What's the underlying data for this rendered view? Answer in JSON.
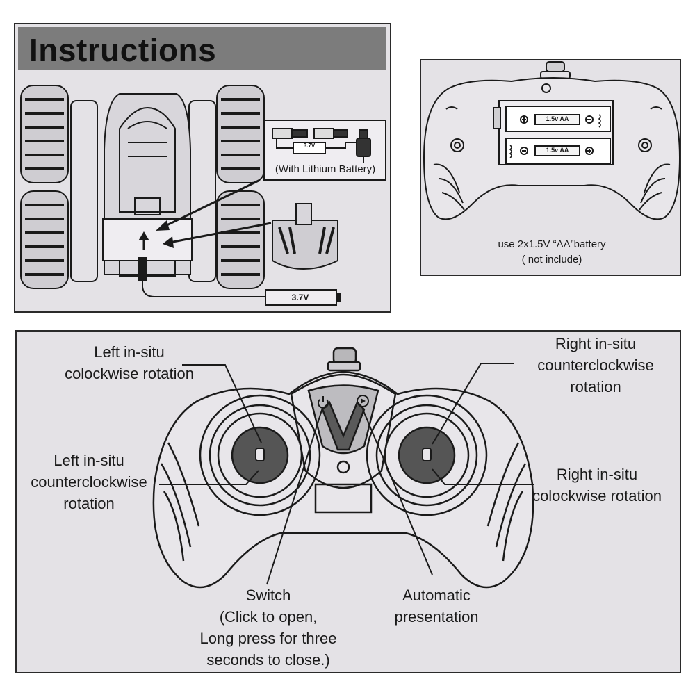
{
  "car_panel": {
    "title": "Instructions",
    "lithium_battery_label": "(With Lithium Battery)",
    "battery_voltage_small": "3.7V",
    "battery_voltage_large": "3.7V"
  },
  "remote_battery_panel": {
    "battery_top_label": "1.5v AA",
    "battery_bottom_label": "1.5v AA",
    "caption_line1": "use 2x1.5V “AA”battery",
    "caption_line2": "( not include)"
  },
  "controls_panel": {
    "left_top": [
      "Left in-situ",
      "colockwise rotation"
    ],
    "left_bottom": [
      "Left in-situ",
      "counterclockwise",
      "rotation"
    ],
    "right_top": [
      "Right in-situ",
      "counterclockwise",
      "rotation"
    ],
    "right_bottom": [
      "Right in-situ",
      "colockwise rotation"
    ],
    "switch": [
      "Switch",
      "(Click to open,",
      "Long press for three",
      "seconds to close.)"
    ],
    "automatic": [
      "Automatic",
      "presentation"
    ]
  },
  "colors": {
    "panel_background": "#e4e2e6",
    "title_bar": "#7c7c7c",
    "line": "#1a1a1a",
    "joystick_fill": "#555555"
  },
  "icons": [
    "usb-plug-icon",
    "power-icon",
    "play-icon",
    "up-arrow-icon"
  ]
}
